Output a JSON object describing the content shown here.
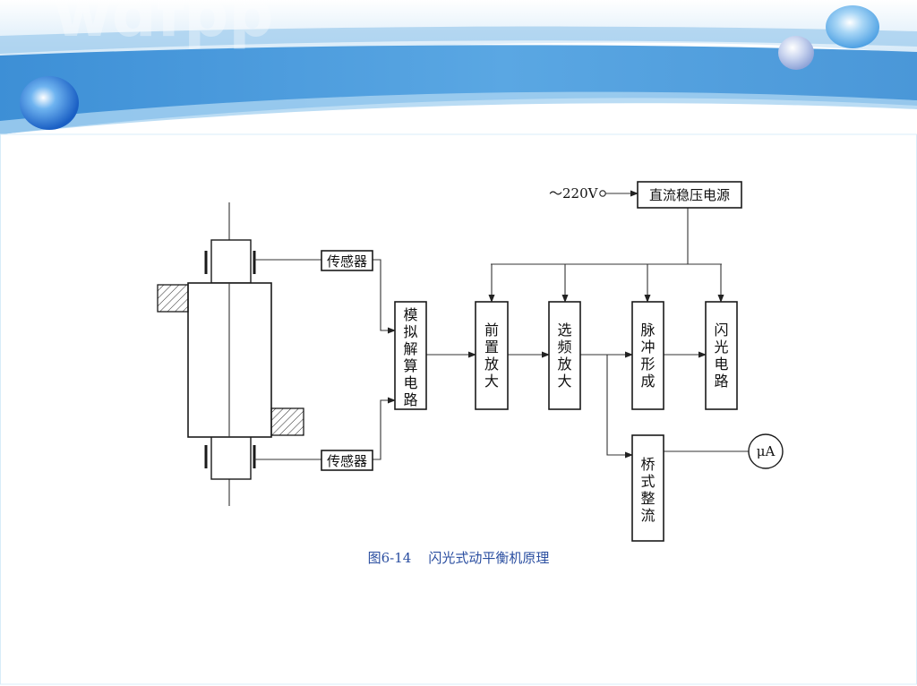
{
  "slide": {
    "watermark": "wdfpp",
    "colors": {
      "band_dark": "#4a97d8",
      "band_light": "#a9d3f1",
      "sphere": "#1f6fd1"
    }
  },
  "diagram": {
    "power_input": "～220V",
    "blocks": {
      "dc_power": "直流稳压电源",
      "sensor_top": "传感器",
      "sensor_bottom": "传感器",
      "analog_solver": "模拟解算电路",
      "preamp": "前置放大",
      "freq_select_amp": "选频放大",
      "pulse_shaping": "脉冲形成",
      "flash_circuit": "闪光电路",
      "bridge_rectifier": "桥式整流",
      "microammeter": "μA"
    }
  },
  "caption": {
    "figure_number": "图6-14",
    "title": "闪光式动平衡机原理"
  }
}
